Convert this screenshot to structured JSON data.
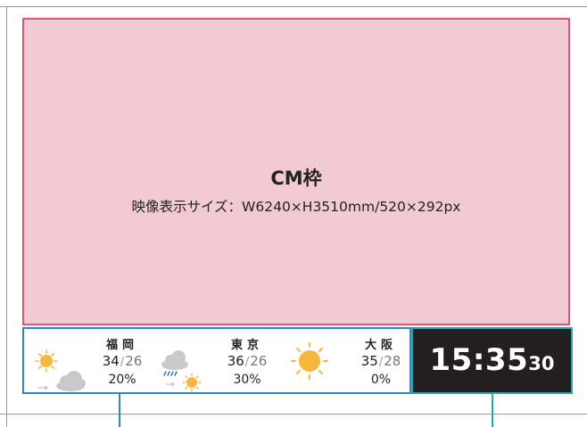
{
  "cm": {
    "title": "CM枠",
    "size_text": "映像表示サイズ：W6240×H3510mm/520×292px"
  },
  "weather": [
    {
      "city": "福岡",
      "high": "34",
      "low": "26",
      "rain": "20%",
      "icon": "sunny-then-cloudy-icon"
    },
    {
      "city": "東京",
      "high": "36",
      "low": "26",
      "rain": "30%",
      "icon": "rain-then-sunny-icon"
    },
    {
      "city": "大阪",
      "high": "35",
      "low": "28",
      "rain": "0%",
      "icon": "sunny-icon"
    }
  ],
  "clock": {
    "hm": "15:35",
    "s": "30"
  },
  "colors": {
    "cm_fill": "#f2cad3",
    "cm_border": "#d9587a",
    "weather_border": "#2f86c8",
    "clock_bg": "#231f20",
    "clock_border": "#2aa7a7",
    "sun": "#f6b73c",
    "cloud": "#c8c8c8"
  }
}
